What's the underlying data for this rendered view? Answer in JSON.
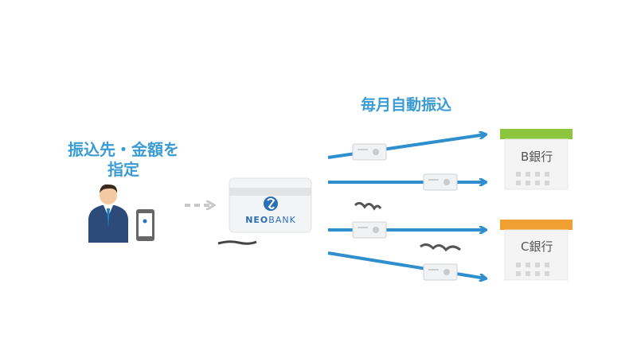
{
  "left_label": {
    "line1": "振込先・金額を",
    "line2": "指定"
  },
  "top_label": "毎月自動振込",
  "card": {
    "brand_bold": "NEO",
    "brand_rest": "BANK"
  },
  "banks": [
    {
      "name": "B銀行",
      "roof_color": "#8cc63f"
    },
    {
      "name": "C銀行",
      "roof_color": "#f0a030"
    }
  ],
  "colors": {
    "accent": "#3b9bd3",
    "arrow": "#2f8fce",
    "dashed_arrow": "#c8c8c8",
    "suit": "#2c4a7a"
  },
  "icons": [
    "person-icon",
    "smartphone-icon",
    "bank-card-icon",
    "money-slip-icon",
    "bank-building-icon"
  ]
}
